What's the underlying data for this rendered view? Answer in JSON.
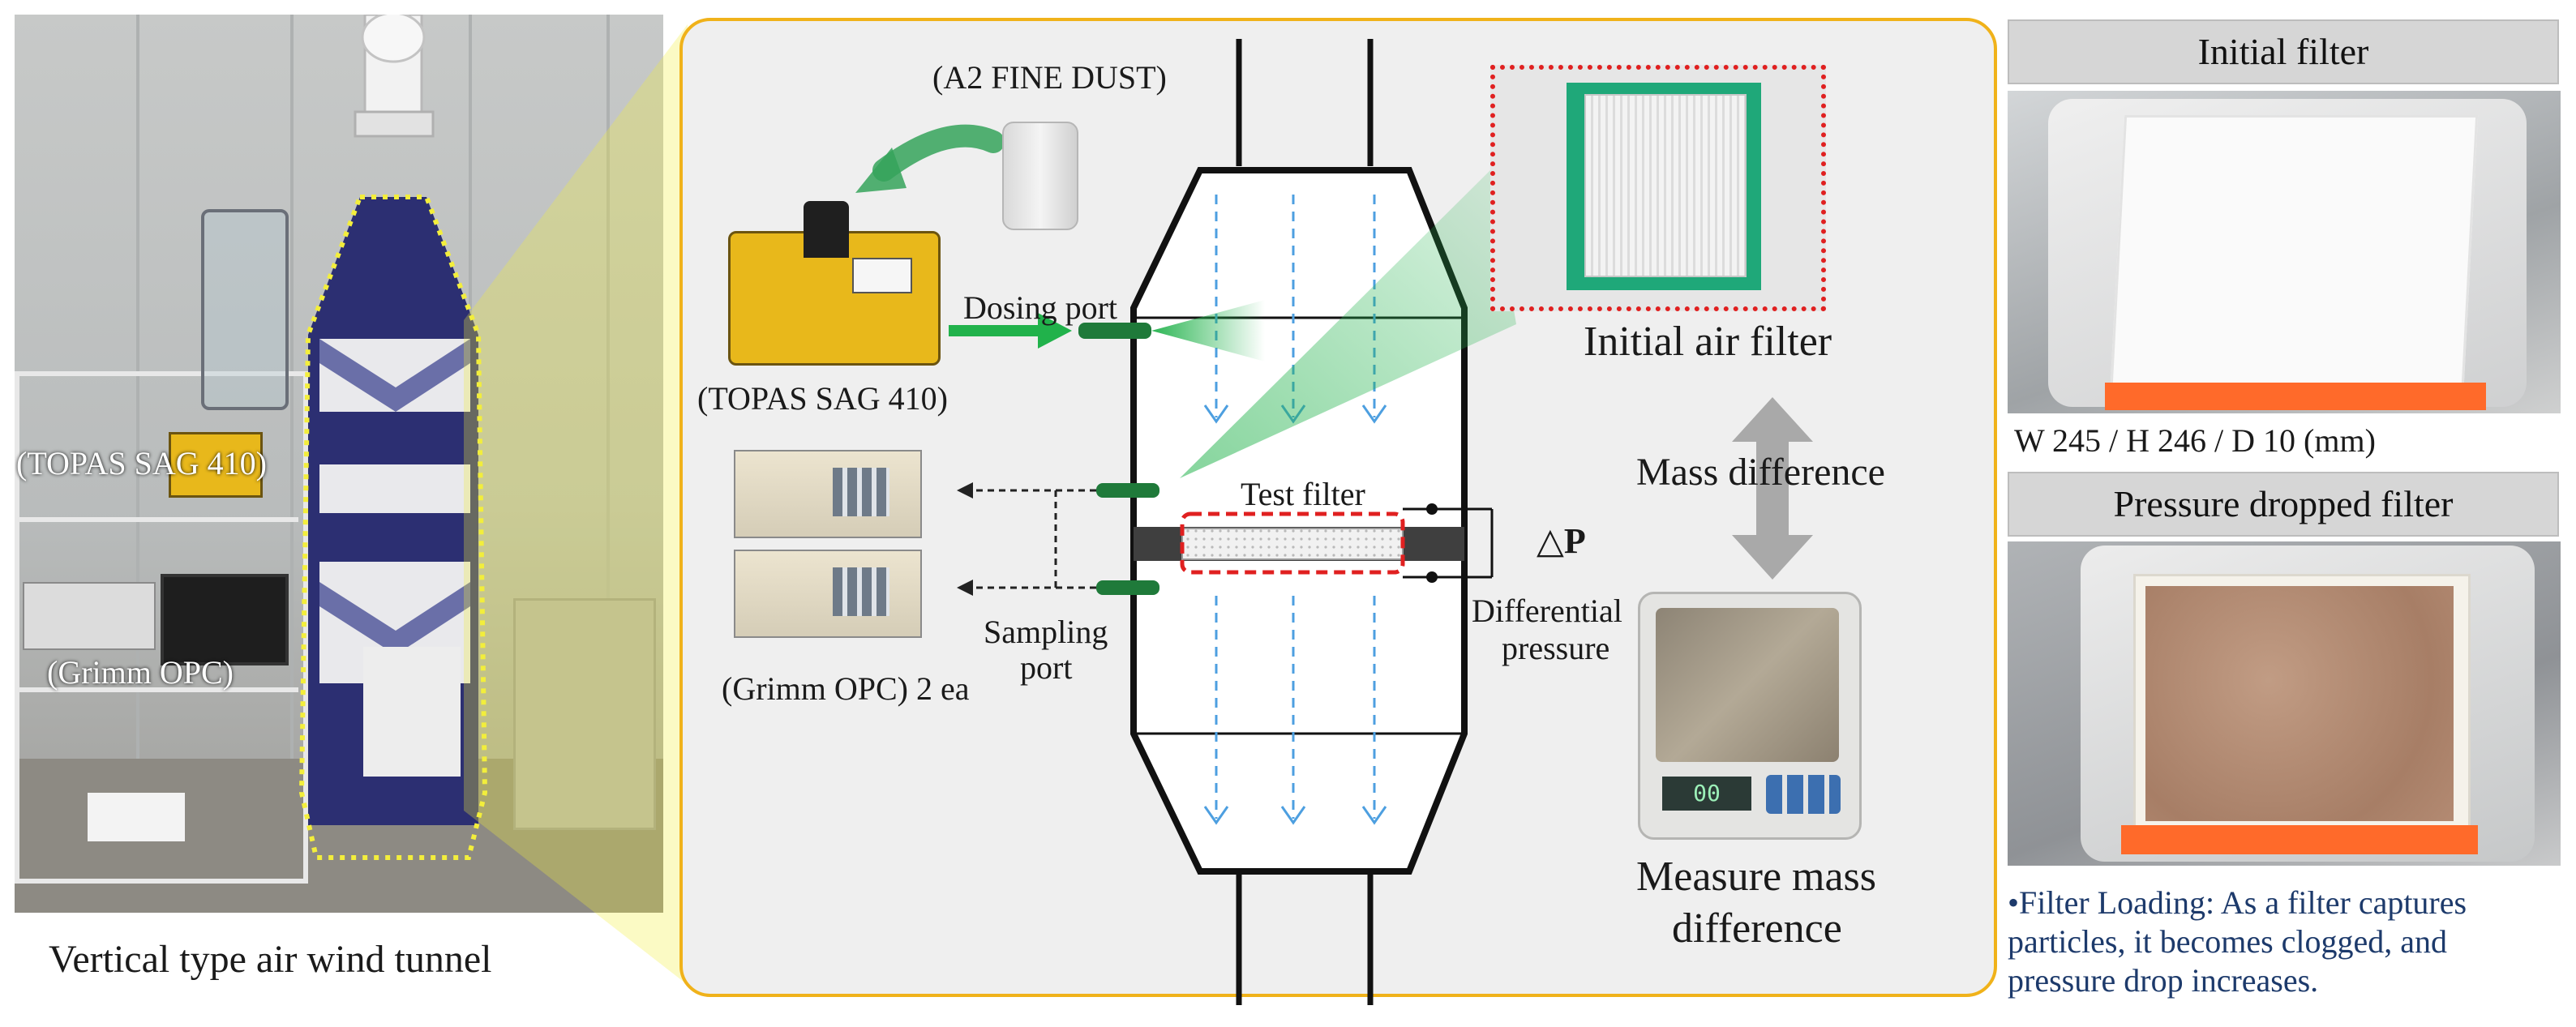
{
  "left": {
    "caption": "Vertical type air wind tunnel",
    "labels": {
      "topas": "(TOPAS SAG 410)",
      "grimm": "(Grimm OPC)"
    }
  },
  "middle": {
    "a2_dust": "(A2 FINE DUST)",
    "topas": "(TOPAS SAG 410)",
    "dosing_port": "Dosing port",
    "test_filter": "Test filter",
    "delta_p": "△P",
    "differential": "Differential",
    "pressure": "pressure",
    "sampling": "Sampling",
    "port": "port",
    "grimm": "(Grimm OPC) 2 ea",
    "initial_air_filter": "Initial air filter",
    "mass_difference": "Mass difference",
    "measure_mass_1": "Measure mass",
    "measure_mass_2": "difference",
    "scale_display": "00"
  },
  "right": {
    "initial_title": "Initial filter",
    "dimensions": "W 245 / H 246 / D 10 (mm)",
    "pressure_title": "Pressure dropped filter",
    "note_line1": "•Filter Loading: As a filter captures",
    "note_line2": "particles, it becomes clogged, and",
    "note_line3": "pressure drop increases."
  },
  "colors": {
    "panel_border": "#f0b21a",
    "highlight_yellow": "#f3ee3c",
    "dashed_red": "#e02020",
    "flow_blue": "#4d9fe0",
    "dosing_green": "#21b24b",
    "filter_orange": "#ff6a2a"
  }
}
